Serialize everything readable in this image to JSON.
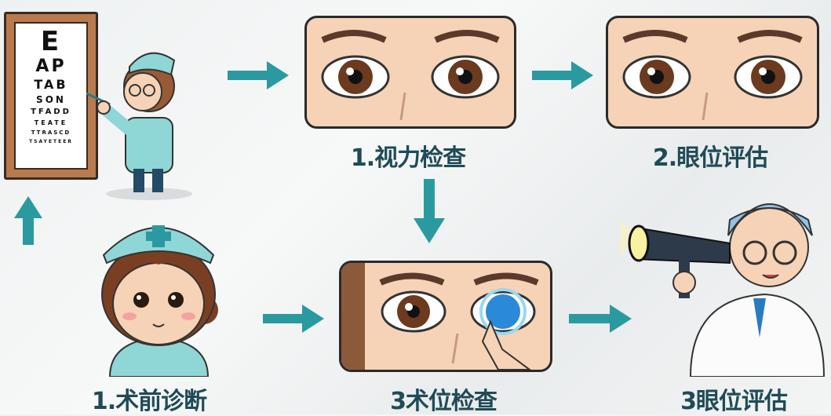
{
  "colors": {
    "arrow": "#2a9aa0",
    "label_text": "#1f4b57",
    "skin": "#f6d3b6",
    "scrubs": "#8fd6d6"
  },
  "eye_chart": {
    "rows": [
      "E",
      "AP",
      "TAB",
      "SON",
      "TFADD",
      "TEATE",
      "TTRASCD",
      "TSAYETEER"
    ]
  },
  "steps": {
    "vision_test": "1.视力检查",
    "eye_position_eval": "2.眼位评估",
    "preop_diagnosis": "1.术前诊断",
    "surgical_position_check": "3术位检查",
    "eye_position_eval_2": "3眼位评估"
  },
  "icons": {
    "arrow": "arrow-icon",
    "cross": "medical-cross-icon"
  }
}
